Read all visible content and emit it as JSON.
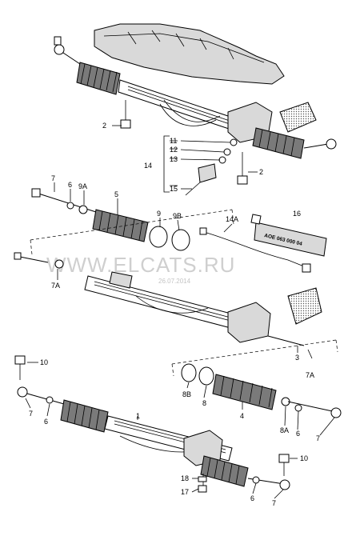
{
  "watermark": "WWW.ELCATS.RU",
  "date_stamp": "26.07.2014",
  "tube_label": "AOE 063 000 04",
  "callouts": {
    "c2a": "2",
    "c11": "11",
    "c12": "12",
    "c13": "13",
    "c14": "14",
    "c15": "15",
    "c2b": "2",
    "c7a": "7",
    "c6a": "6",
    "c9Aa": "9A",
    "c5": "5",
    "c9": "9",
    "c9B": "9B",
    "c14A": "14A",
    "c16": "16",
    "c7Aa": "7A",
    "c3": "3",
    "c7Ab": "7A",
    "c10a": "10",
    "c7b": "7",
    "c6b": "6",
    "c1": "1",
    "c8B": "8B",
    "c8": "8",
    "c4": "4",
    "c8A": "8A",
    "c6c": "6",
    "c7c": "7",
    "c10b": "10",
    "c18": "18",
    "c17": "17",
    "c6d": "6",
    "c7d": "7"
  },
  "colors": {
    "line": "#000000",
    "shade": "#d9d9d9",
    "dark": "#7a7a7a",
    "watermark": "#cfcfcf"
  }
}
